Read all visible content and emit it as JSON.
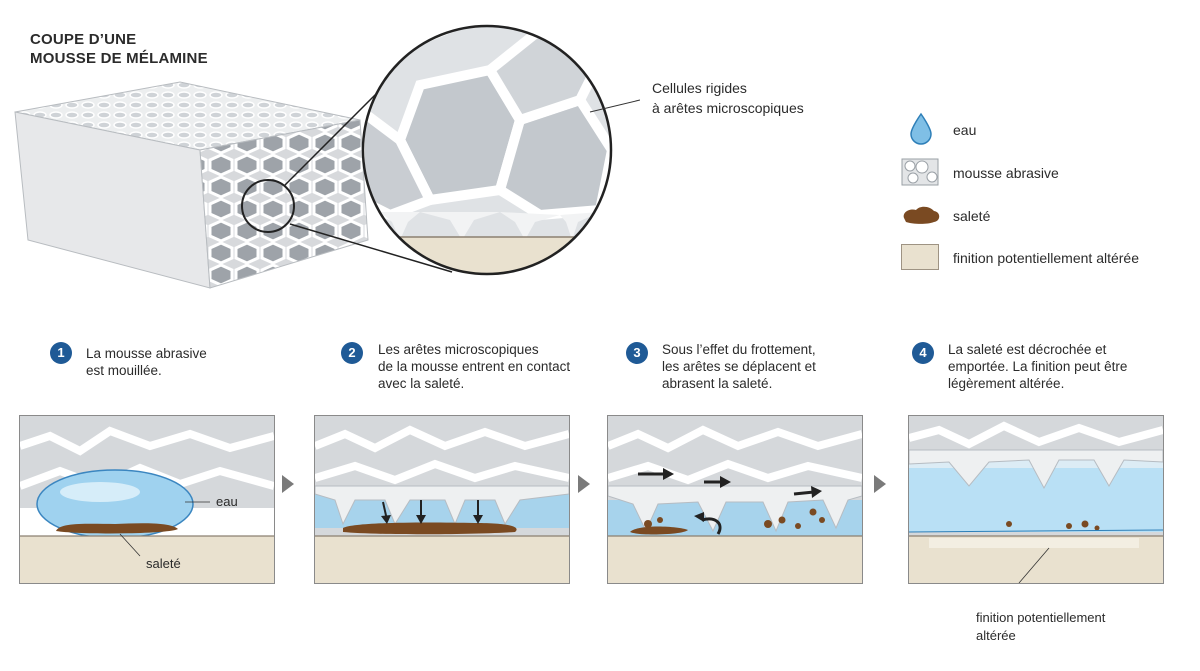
{
  "title": {
    "line1": "COUPE D’UNE",
    "line2": "MOUSSE DE MÉLAMINE"
  },
  "callout": {
    "line1": "Cellules rigides",
    "line2": "à arêtes microscopiques"
  },
  "legend": [
    {
      "label": "eau",
      "icon": "water-drop-icon"
    },
    {
      "label": "mousse abrasive",
      "icon": "foam-icon"
    },
    {
      "label": "saleté",
      "icon": "dirt-icon"
    },
    {
      "label": "finition potentiellement altérée",
      "icon": "finish-swatch-icon"
    }
  ],
  "steps": [
    {
      "num": "1",
      "line1": "La mousse abrasive",
      "line2": "est mouillée.",
      "line3": ""
    },
    {
      "num": "2",
      "line1": "Les arêtes microscopiques",
      "line2": "de la mousse entrent en contact",
      "line3": "avec la saleté."
    },
    {
      "num": "3",
      "line1": "Sous l’effet du frottement,",
      "line2": "les arêtes se déplacent et",
      "line3": "abrasent la saleté."
    },
    {
      "num": "4",
      "line1": "La saleté est décrochée et",
      "line2": "emportée. La finition peut être",
      "line3": "légèrement altérée."
    }
  ],
  "panel_labels": {
    "eau": "eau",
    "salete": "saleté",
    "finition_line1": "finition potentiellement",
    "finition_line2": "altérée"
  },
  "colors": {
    "water": "#8fc9ea",
    "dirt": "#7a4a22",
    "finish": "#e9e1cf",
    "foam": "#cfd2d6",
    "step_badge": "#1f5a96",
    "arrow": "#7a7a7a"
  }
}
